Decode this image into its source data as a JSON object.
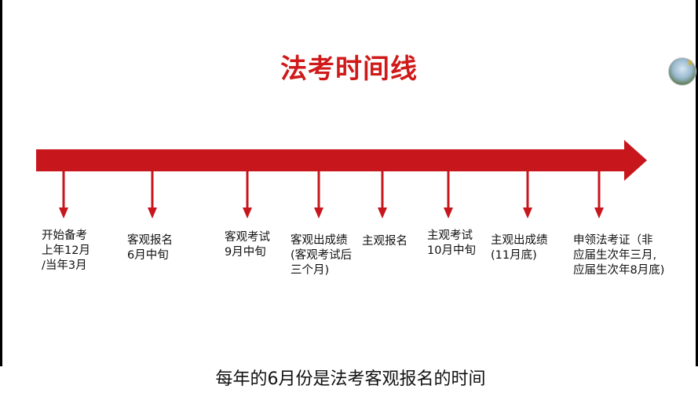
{
  "title": "法考时间线",
  "caption": "每年的6月份是法考客观报名的时间",
  "colors": {
    "arrow": "#c8161d",
    "title": "#d01a1a",
    "text": "#111111"
  },
  "avatar_icon": "profile-avatar-icon",
  "milestones": [
    {
      "label": "开始备考\n上年12月\n/当年3月"
    },
    {
      "label": "客观报名\n6月中旬"
    },
    {
      "label": "客观考试\n9月中旬"
    },
    {
      "label": "客观出成绩\n(客观考试后\n三个月)"
    },
    {
      "label": "主观报名"
    },
    {
      "label": "主观考试\n10月中旬"
    },
    {
      "label": "主观出成绩\n(11月底)"
    },
    {
      "label": "申领法考证（非\n应届生次年三月,\n应届生次年8月底)"
    }
  ]
}
